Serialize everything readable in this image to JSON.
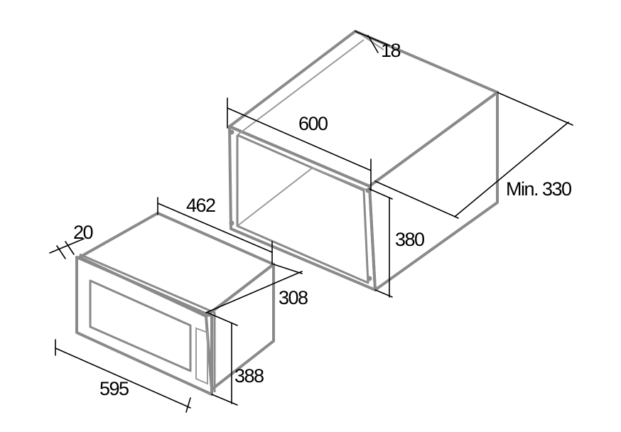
{
  "labels": {
    "cabinet_frame_thickness": "18",
    "cabinet_width": "600",
    "cabinet_min_depth": "Min. 330",
    "cabinet_height": "380",
    "appliance_body_depth": "462",
    "front_frame_thickness": "20",
    "appliance_body_height": "308",
    "front_height": "388",
    "front_width": "595"
  },
  "colors": {
    "outline": "#8a8a8a",
    "dimension_line": "#000000"
  }
}
